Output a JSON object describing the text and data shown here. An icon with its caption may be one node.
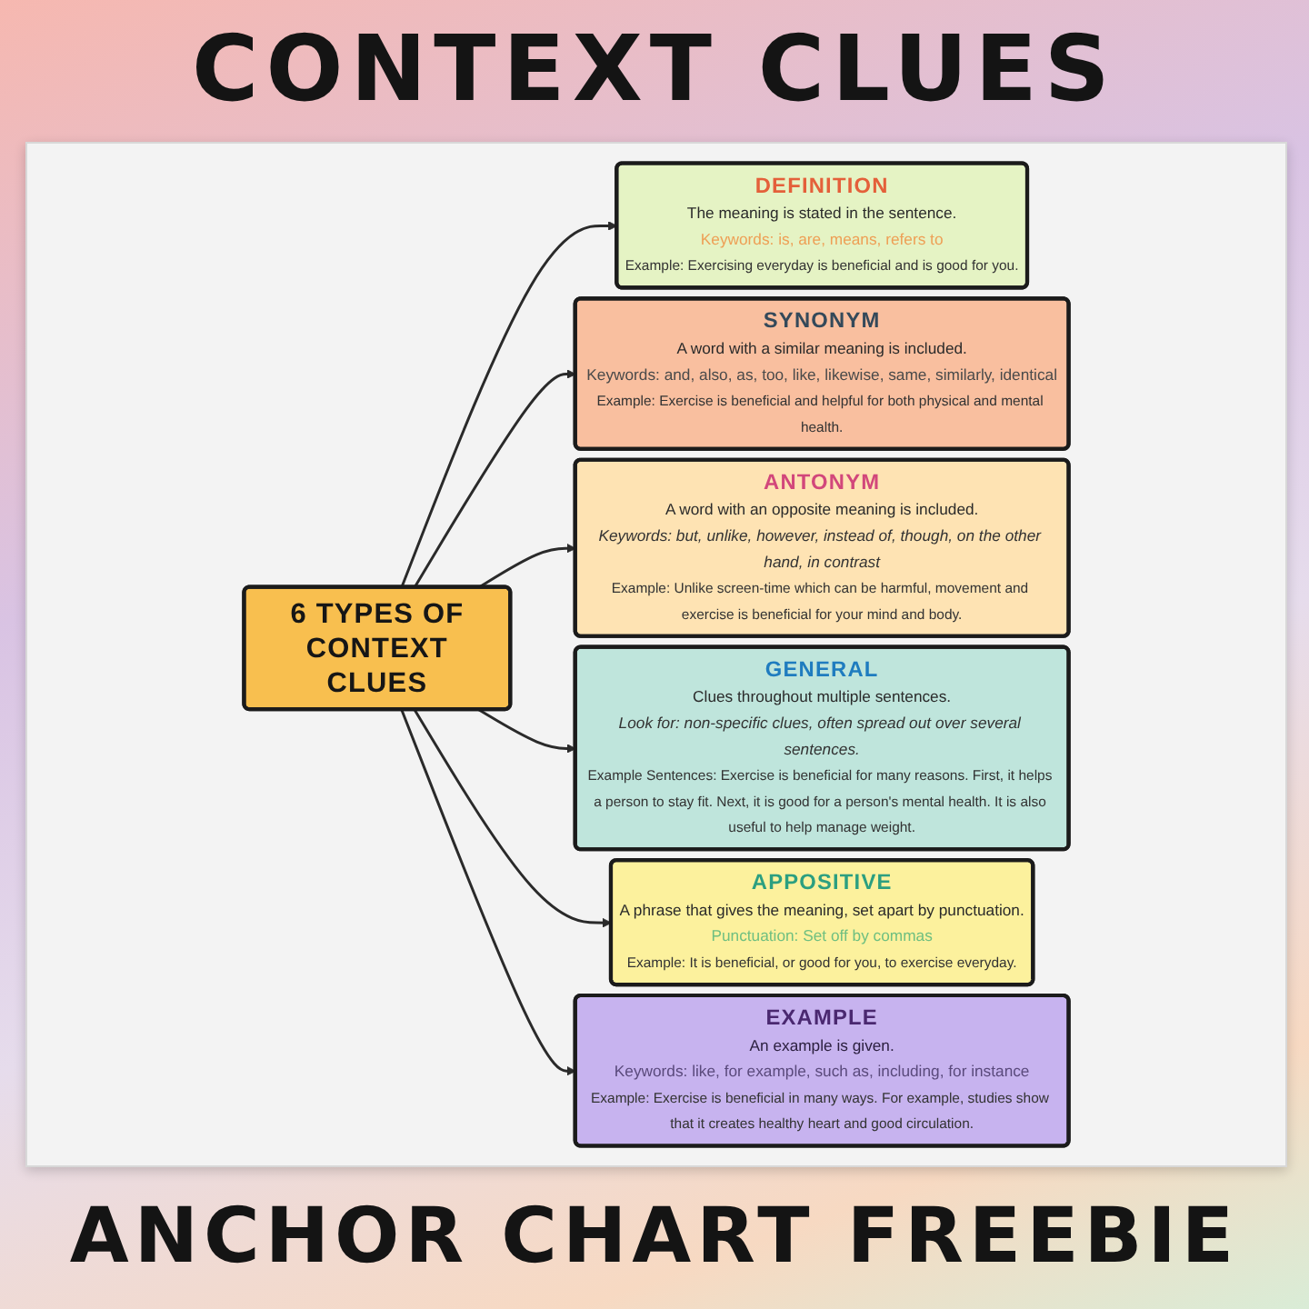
{
  "diagram": {
    "title": "CONTEXT CLUES",
    "caption": "ANCHOR CHART FREEBIE",
    "nodes": [
      {
        "text": [
          "DEFINITION",
          "The meaning is stated in the sentence.",
          "Keywords: is, are, means, refers to",
          "Example: Exercising everyday is beneficial and is good for you."
        ]
      },
      {
        "text": [
          "SYNONYM",
          "A word with a similar meaning is included.",
          "Keywords: and, also, as, too, like, likewise, same, similarly, identical",
          "Example: Exercise is beneficial and helpful for both physical and mental health."
        ]
      },
      {
        "text": [
          "ANTONYM",
          "A word with an opposite meaning is included.",
          "Keywords: but, unlike, however, instead of, though, on the other hand, in contrast",
          "Example: Unlike screen-time which can be harmful, movement and exercise is beneficial for your mind and body."
        ]
      },
      {
        "text": [
          "GENERAL",
          "Clues throughout multiple sentences.",
          "Look for: non-specific clues, often spread out over several sentences.",
          "Example Sentences: Exercise is beneficial for many reasons. First, it helps a person to stay fit. Next, it is good for a person's mental health. It is also useful to help manage weight."
        ]
      },
      {
        "text": [
          "6 TYPES OF CONTEXT CLUES"
        ]
      },
      {
        "text": [
          "APPOSITIVE",
          "A phrase that gives the meaning, set apart by punctuation.",
          "Punctuation: Set off by commas",
          "Example: It is beneficial, or good for you, to exercise everyday."
        ]
      },
      {
        "text": [
          "EXAMPLE",
          "An example is given.",
          "Keywords: like, for example, such as, including, for instance",
          "Example: Exercise is beneficial in many ways. For example, studies show that it creates healthy heart and good circulation."
        ]
      }
    ],
    "edges": [
      {
        "from": 4,
        "to": 0,
        "arrow": "to"
      },
      {
        "from": 4,
        "to": 1,
        "arrow": "to"
      },
      {
        "from": 4,
        "to": 2,
        "arrow": "to"
      },
      {
        "from": 4,
        "to": 3,
        "arrow": "to"
      },
      {
        "from": 4,
        "to": 5,
        "arrow": "to"
      },
      {
        "from": 4,
        "to": 6,
        "arrow": "to"
      }
    ]
  }
}
